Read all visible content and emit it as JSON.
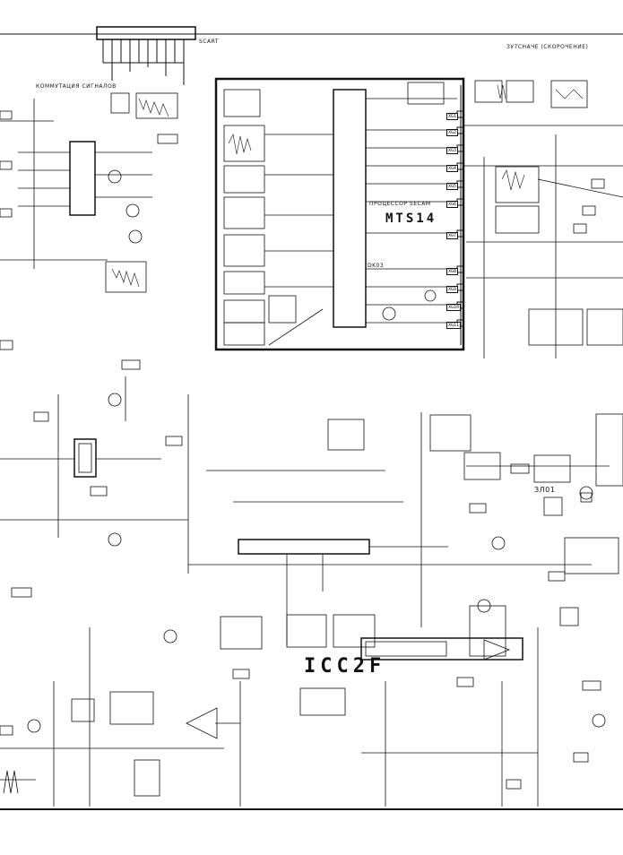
{
  "header": {
    "connector_label": "SCART",
    "top_right_note": "ЗУ7СНАЧЕ (СКОРОЧЕНИЕ)",
    "top_left_note": "КОММУТАЦИЯ СИГНАЛОВ"
  },
  "module": {
    "name": "MTS14",
    "subtitle": "ПРОЦЕССОР   SECAM",
    "chip_ref": "DK03",
    "pins": [
      "XG1",
      "XG2",
      "XG3",
      "XG4",
      "XG5",
      "XG6",
      "XG7",
      "XG8",
      "XG9",
      "XG10",
      "XG11"
    ]
  },
  "board": {
    "name": "ICC2F",
    "transformer_ref": "ЗЛ01"
  },
  "colors": {
    "ink": "#111111",
    "paper": "#ffffff"
  }
}
